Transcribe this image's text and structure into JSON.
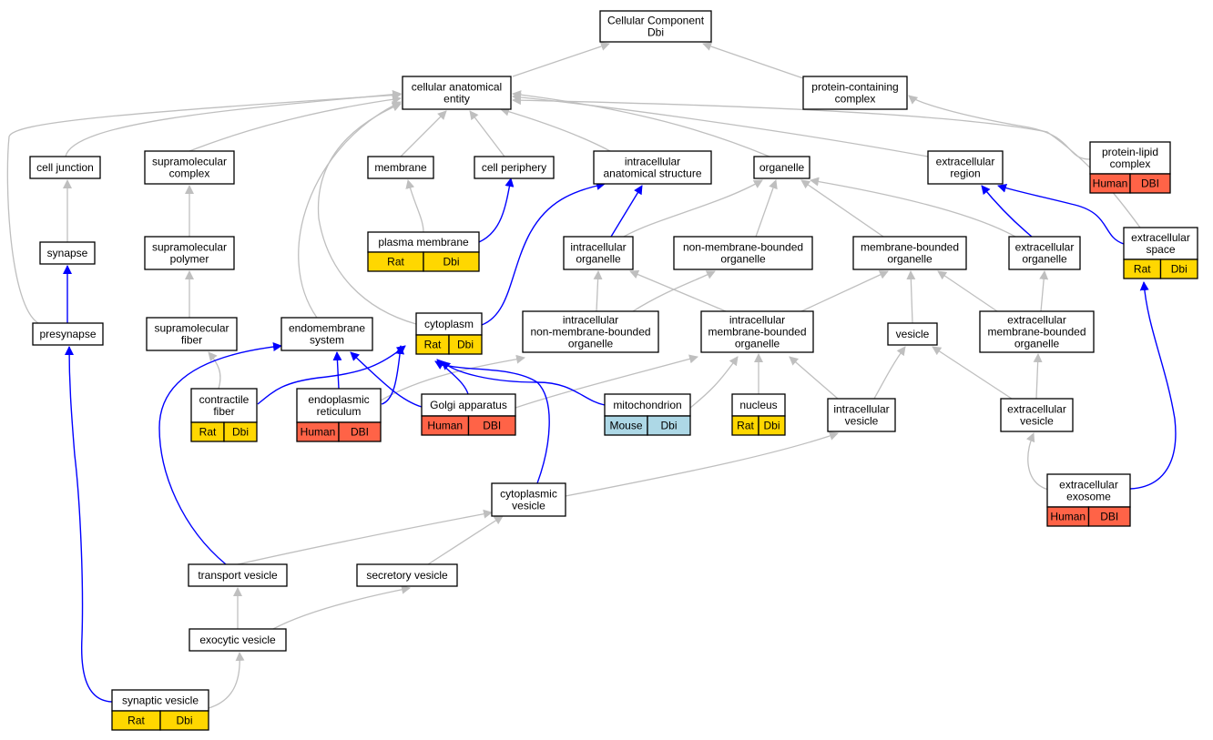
{
  "colors": {
    "edge_is_a": "#bfbfbf",
    "edge_part_of": "#0000ff",
    "rat": "#ffd700",
    "human": "#ff6347",
    "mouse": "#add8e6"
  },
  "nodes": {
    "cc": {
      "lines": [
        "Cellular Component",
        "Dbi"
      ]
    },
    "cae": {
      "lines": [
        "cellular anatomical",
        "entity"
      ]
    },
    "pcc": {
      "lines": [
        "protein-containing",
        "complex"
      ]
    },
    "plc": {
      "lines": [
        "protein-lipid",
        "complex"
      ],
      "tags": [
        {
          "label": "Human",
          "color": "#ff6347"
        },
        {
          "label": "DBI",
          "color": "#ff6347"
        }
      ]
    },
    "cj": {
      "lines": [
        "cell junction"
      ]
    },
    "smc": {
      "lines": [
        "supramolecular",
        "complex"
      ]
    },
    "mem": {
      "lines": [
        "membrane"
      ]
    },
    "cp": {
      "lines": [
        "cell periphery"
      ]
    },
    "ias": {
      "lines": [
        "intracellular",
        "anatomical structure"
      ]
    },
    "org": {
      "lines": [
        "organelle"
      ]
    },
    "exr": {
      "lines": [
        "extracellular",
        "region"
      ]
    },
    "syn": {
      "lines": [
        "synapse"
      ]
    },
    "smp": {
      "lines": [
        "supramolecular",
        "polymer"
      ]
    },
    "pm": {
      "lines": [
        "plasma membrane"
      ],
      "tags": [
        {
          "label": "Rat",
          "color": "#ffd700"
        },
        {
          "label": "Dbi",
          "color": "#ffd700"
        }
      ]
    },
    "io": {
      "lines": [
        "intracellular",
        "organelle"
      ]
    },
    "nmbo": {
      "lines": [
        "non-membrane-bounded",
        "organelle"
      ]
    },
    "mbo": {
      "lines": [
        "membrane-bounded",
        "organelle"
      ]
    },
    "eo": {
      "lines": [
        "extracellular",
        "organelle"
      ]
    },
    "exs": {
      "lines": [
        "extracellular",
        "space"
      ],
      "tags": [
        {
          "label": "Rat",
          "color": "#ffd700"
        },
        {
          "label": "Dbi",
          "color": "#ffd700"
        }
      ]
    },
    "psn": {
      "lines": [
        "presynapse"
      ]
    },
    "smf": {
      "lines": [
        "supramolecular",
        "fiber"
      ]
    },
    "ems": {
      "lines": [
        "endomembrane",
        "system"
      ]
    },
    "cyt": {
      "lines": [
        "cytoplasm"
      ],
      "tags": [
        {
          "label": "Rat",
          "color": "#ffd700"
        },
        {
          "label": "Dbi",
          "color": "#ffd700"
        }
      ]
    },
    "inmbo": {
      "lines": [
        "intracellular",
        "non-membrane-bounded",
        "organelle"
      ]
    },
    "imbo": {
      "lines": [
        "intracellular",
        "membrane-bounded",
        "organelle"
      ]
    },
    "ves": {
      "lines": [
        "vesicle"
      ]
    },
    "embo": {
      "lines": [
        "extracellular",
        "membrane-bounded",
        "organelle"
      ]
    },
    "cf": {
      "lines": [
        "contractile",
        "fiber"
      ],
      "tags": [
        {
          "label": "Rat",
          "color": "#ffd700"
        },
        {
          "label": "Dbi",
          "color": "#ffd700"
        }
      ]
    },
    "er": {
      "lines": [
        "endoplasmic",
        "reticulum"
      ],
      "tags": [
        {
          "label": "Human",
          "color": "#ff6347"
        },
        {
          "label": "DBI",
          "color": "#ff6347"
        }
      ]
    },
    "ga": {
      "lines": [
        "Golgi apparatus"
      ],
      "tags": [
        {
          "label": "Human",
          "color": "#ff6347"
        },
        {
          "label": "DBI",
          "color": "#ff6347"
        }
      ]
    },
    "mito": {
      "lines": [
        "mitochondrion"
      ],
      "tags": [
        {
          "label": "Mouse",
          "color": "#add8e6"
        },
        {
          "label": "Dbi",
          "color": "#add8e6"
        }
      ]
    },
    "nuc": {
      "lines": [
        "nucleus"
      ],
      "tags": [
        {
          "label": "Rat",
          "color": "#ffd700"
        },
        {
          "label": "Dbi",
          "color": "#ffd700"
        }
      ]
    },
    "iv": {
      "lines": [
        "intracellular",
        "vesicle"
      ]
    },
    "ev": {
      "lines": [
        "extracellular",
        "vesicle"
      ]
    },
    "ee": {
      "lines": [
        "extracellular",
        "exosome"
      ],
      "tags": [
        {
          "label": "Human",
          "color": "#ff6347"
        },
        {
          "label": "DBI",
          "color": "#ff6347"
        }
      ]
    },
    "cv": {
      "lines": [
        "cytoplasmic",
        "vesicle"
      ]
    },
    "tv": {
      "lines": [
        "transport vesicle"
      ]
    },
    "sv": {
      "lines": [
        "secretory vesicle"
      ]
    },
    "exv": {
      "lines": [
        "exocytic vesicle"
      ]
    },
    "synv": {
      "lines": [
        "synaptic vesicle"
      ],
      "tags": [
        {
          "label": "Rat",
          "color": "#ffd700"
        },
        {
          "label": "Dbi",
          "color": "#ffd700"
        }
      ]
    }
  }
}
